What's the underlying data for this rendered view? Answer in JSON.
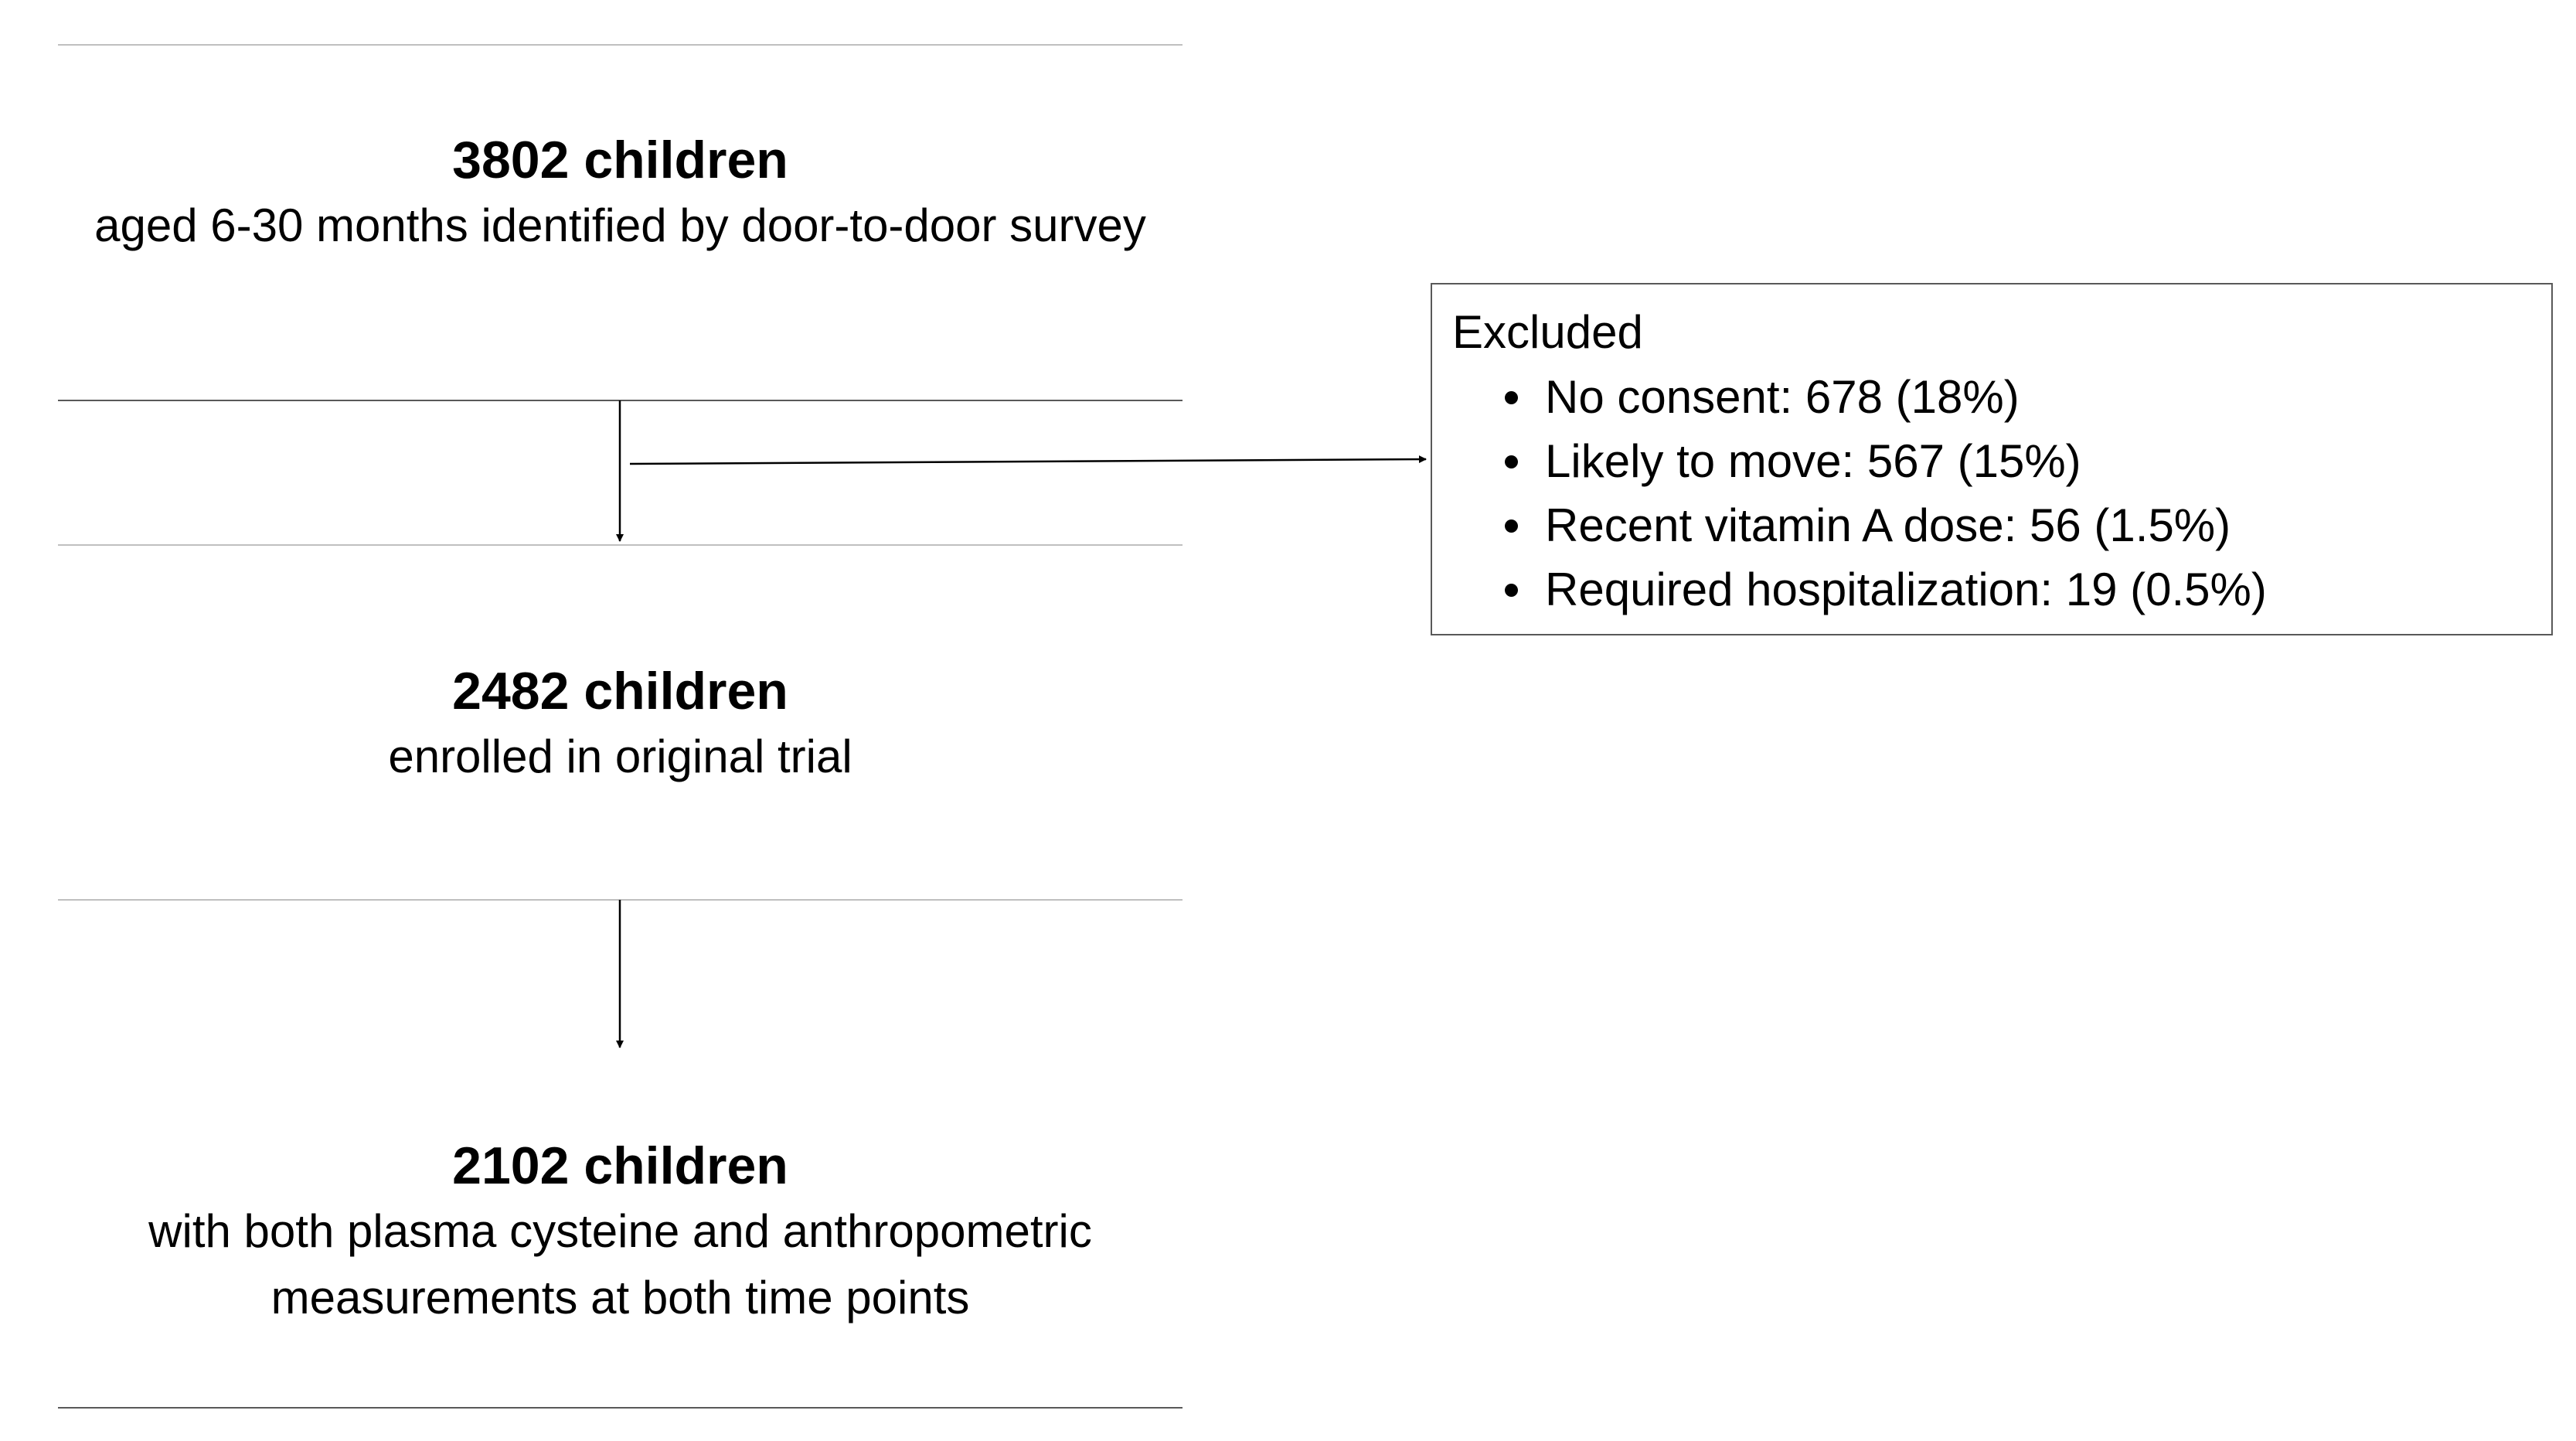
{
  "boxes": [
    {
      "count": "3802 children",
      "description": "aged 6-30 months identified by door-to-door survey"
    },
    {
      "count": "2482 children",
      "description": "enrolled in original trial"
    },
    {
      "count": "2102 children",
      "description": "with both plasma cysteine and anthropometric measurements at both time points"
    }
  ],
  "excluded": {
    "title": "Excluded",
    "items": [
      "No consent: 678 (18%)",
      "Likely to move: 567 (15%)",
      "Recent vitamin A dose: 56 (1.5%)",
      "Required hospitalization: 19 (0.5%)"
    ]
  },
  "colors": {
    "line": "#000000",
    "box_border": "#595959",
    "divider_light": "#bfbfbf"
  }
}
